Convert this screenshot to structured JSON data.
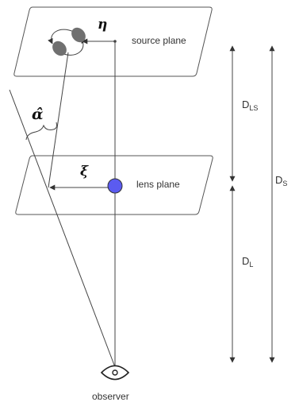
{
  "labels": {
    "source_plane": "source plane",
    "lens_plane": "lens plane",
    "observer": "observer",
    "eta": "η",
    "xi": "ξ",
    "alpha_hat": "α̂",
    "d_ls_main": "D",
    "d_ls_sub": "LS",
    "d_s_main": "D",
    "d_s_sub": "S",
    "d_l_main": "D",
    "d_l_sub": "L"
  },
  "colors": {
    "lens_mass": "#5b5bf0",
    "image_blob": "#6f6f6f",
    "stroke": "#444444"
  },
  "icons": {
    "observer": "eye-icon"
  }
}
